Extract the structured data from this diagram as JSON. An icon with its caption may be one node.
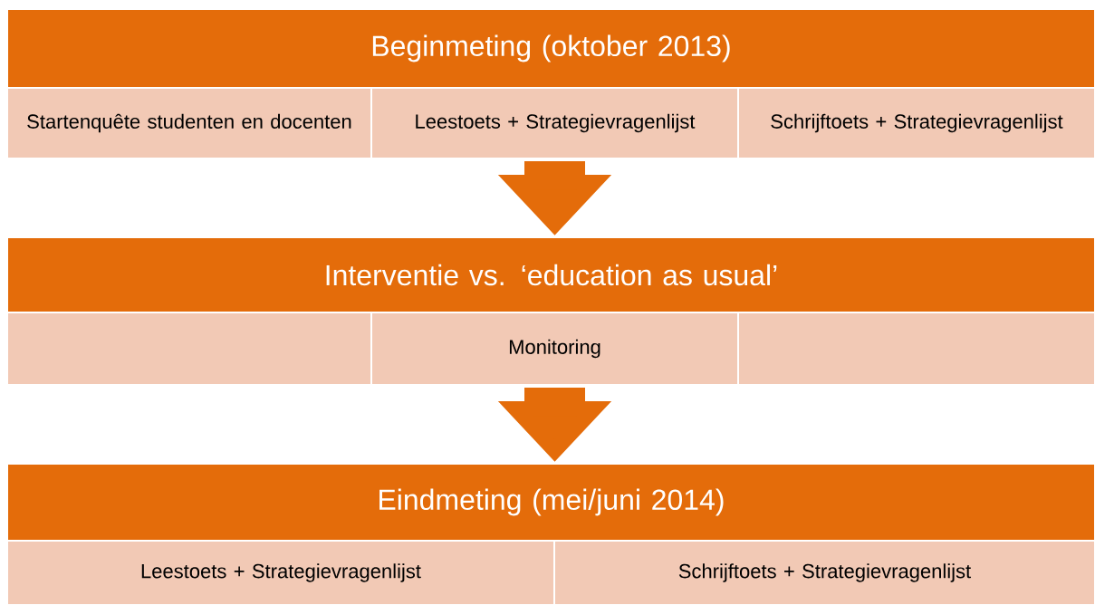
{
  "diagram": {
    "nodes": [
      {
        "text": [
          "Beginmeting (oktober 2013)"
        ]
      },
      {
        "text": [
          "Startenquête studenten en docenten"
        ]
      },
      {
        "text": [
          "Leestoets + Strategievragenlijst"
        ]
      },
      {
        "text": [
          "Schrijftoets + Strategievragenlijst"
        ]
      },
      {
        "text": [
          "Interventie vs. ‘education as usual’"
        ]
      },
      {
        "text": [],
        "shape": "box"
      },
      {
        "text": [
          "Monitoring"
        ]
      },
      {
        "text": [],
        "shape": "box"
      },
      {
        "text": [
          "Eindmeting (mei/juni 2014)"
        ]
      },
      {
        "text": [
          "Leestoets + Strategievragenlijst"
        ]
      },
      {
        "text": [
          "Schrijftoets + Strategievragenlijst"
        ]
      }
    ],
    "edges": [
      {
        "from": 2,
        "to": 4,
        "arrow": "to"
      },
      {
        "from": 6,
        "to": 8,
        "arrow": "to"
      }
    ]
  }
}
